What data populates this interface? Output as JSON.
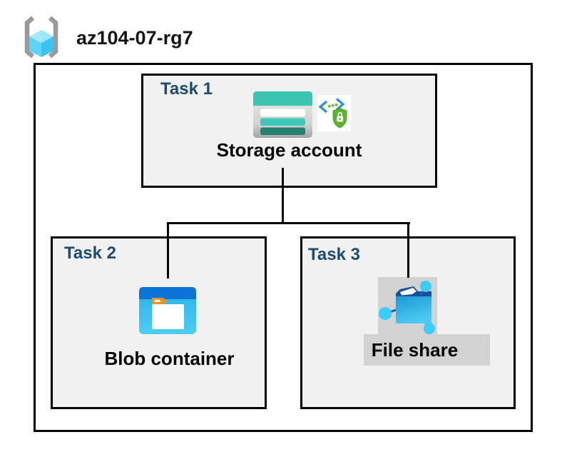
{
  "header": {
    "title": "az104-07-rg7"
  },
  "tasks": [
    {
      "label": "Task 1",
      "resource": "Storage account",
      "icons": [
        "storage-account-icon",
        "private-endpoint-icon"
      ]
    },
    {
      "label": "Task 2",
      "resource": "Blob container",
      "icons": [
        "blob-container-icon"
      ]
    },
    {
      "label": "Task 3",
      "resource": "File share",
      "icons": [
        "file-share-icon"
      ]
    }
  ],
  "connections": [
    {
      "from": "Storage account",
      "to": "Blob container"
    },
    {
      "from": "Storage account",
      "to": "File share"
    }
  ],
  "colors": {
    "task_label": "#1b4a73",
    "box_fill": "#f1f1f1",
    "box_border": "#000000",
    "storage_teal": "#3cc4b3",
    "storage_teal_dark": "#26806f",
    "endpoint_blue": "#2e8fd8",
    "endpoint_green": "#5db32e",
    "blob_bar_blue": "#0e73d6",
    "blob_body_cyan": "#3ec5f0",
    "blob_tab_orange": "#f59116",
    "fileshare_folder_blue": "#1e97d4",
    "fileshare_flap_navy": "#174f9c",
    "fileshare_node_cyan": "#38cef7",
    "highlight_gray": "#d2d2d2",
    "rg_bracket_gray": "#9a9a9a",
    "rg_cube_top": "#a5eafa",
    "rg_cube_left": "#5fd5f5",
    "rg_cube_right": "#38c4ef"
  }
}
